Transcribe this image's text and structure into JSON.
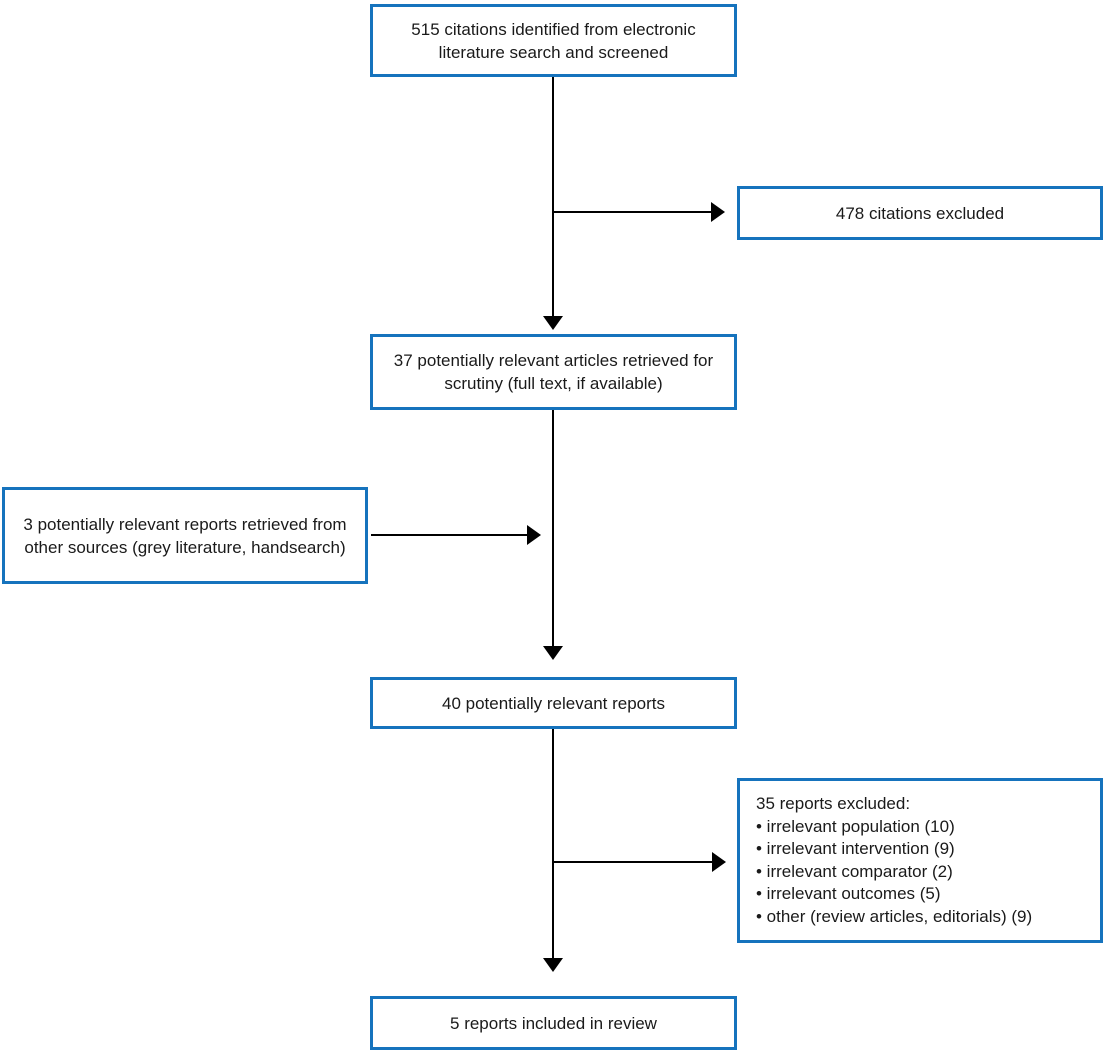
{
  "diagram": {
    "kind": "systematic-review-flowchart",
    "colors": {
      "box_border": "#1673bd",
      "arrow": "#000000",
      "text": "#1a1a1a",
      "background": "#ffffff"
    },
    "boxes": {
      "identified": {
        "text": "515 citations identified from electronic literature search and screened"
      },
      "citations_excluded": {
        "text": "478 citations excluded"
      },
      "retrieved": {
        "text": "37 potentially relevant articles retrieved for scrutiny (full text, if available)"
      },
      "other_sources": {
        "text": "3 potentially relevant reports retrieved from other sources (grey literature, handsearch)"
      },
      "potentially_relevant": {
        "text": "40 potentially relevant reports"
      },
      "reports_excluded": {
        "lines": [
          "35 reports excluded:",
          "• irrelevant population (10)",
          "• irrelevant intervention (9)",
          "• irrelevant comparator (2)",
          "• irrelevant outcomes (5)",
          "• other (review articles, editorials) (9)"
        ]
      },
      "included": {
        "text": "5 reports included in review"
      }
    }
  }
}
